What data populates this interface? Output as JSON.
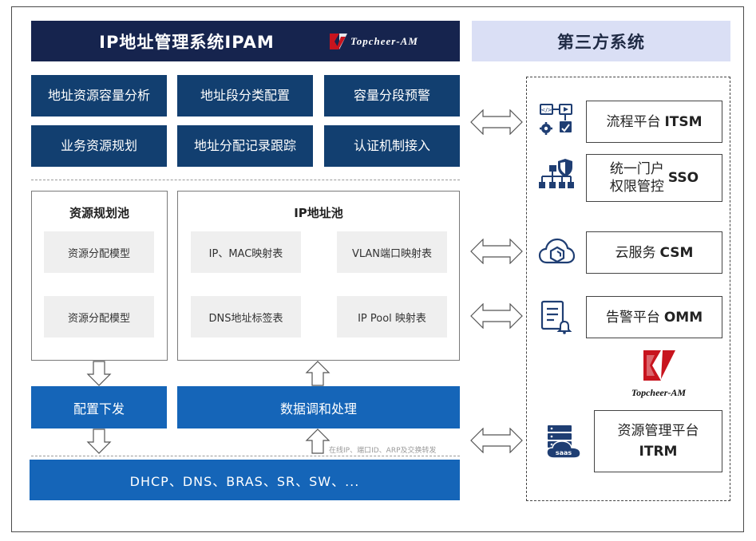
{
  "title": "IP地址管理系统IPAM",
  "logo_text": "Topcheer-AM",
  "third_party_title": "第三方系统",
  "functions": [
    "地址资源容量分析",
    "地址段分类配置",
    "容量分段预警",
    "业务资源规划",
    "地址分配记录跟踪",
    "认证机制接入"
  ],
  "resource_pool": {
    "title": "资源规划池",
    "items": [
      "资源分配模型",
      "资源分配模型"
    ]
  },
  "ip_pool": {
    "title": "IP地址池",
    "items": [
      "IP、MAC映射表",
      "VLAN端口映射表",
      "DNS地址标签表",
      "IP Pool 映射表"
    ]
  },
  "config_deploy": "配置下发",
  "data_processing": "数据调和处理",
  "collect_note": "在线IP、端口ID、ARP及交换转发",
  "protocols": "DHCP、DNS、BRAS、SR、SW、...",
  "systems": [
    {
      "name": "流程平台",
      "abbr": "ITSM",
      "icon": "workflow-icon"
    },
    {
      "name_line1": "统一门户",
      "name_line2": "权限管控",
      "abbr": "SSO",
      "icon": "org-shield-icon"
    },
    {
      "name": "云服务",
      "abbr": "CSM",
      "icon": "cloud-icon"
    },
    {
      "name": "告警平台",
      "abbr": "OMM",
      "icon": "alert-doc-icon"
    },
    {
      "name": "资源管理平台",
      "abbr": "ITRM",
      "icon": "saas-server-icon"
    }
  ],
  "colors": {
    "title_bg": "#16244e",
    "function_bg": "#123f70",
    "action_bg": "#1565b8",
    "third_party_bg": "#dadff5",
    "logo_red": "#c8141e"
  }
}
